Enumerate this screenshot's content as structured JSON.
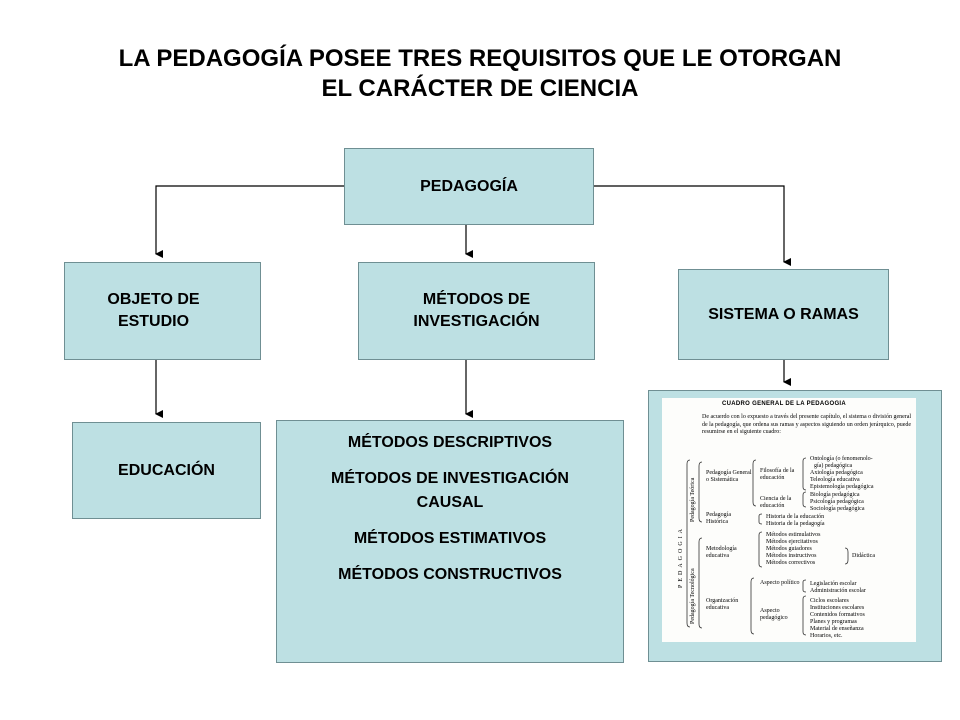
{
  "title": {
    "line1": "LA PEDAGOGÍA POSEE TRES REQUISITOS QUE LE OTORGAN",
    "line2": "EL CARÁCTER DE CIENCIA"
  },
  "nodes": {
    "root": "PEDAGOGÍA",
    "objeto": {
      "line1": "OBJETO DE",
      "line2": "ESTUDIO"
    },
    "metodos": {
      "line1": "MÉTODOS DE",
      "line2": "INVESTIGACIÓN"
    },
    "sistema": "SISTEMA O RAMAS",
    "educacion": "EDUCACIÓN",
    "metodos_list": [
      "MÉTODOS DESCRIPTIVOS",
      "MÉTODOS DE INVESTIGACIÓN",
      "CAUSAL",
      "MÉTODOS ESTIMATIVOS",
      "MÉTODOS CONSTRUCTIVOS"
    ]
  },
  "scan": {
    "title": "CUADRO GENERAL DE LA PEDAGOGIA",
    "intro": "De acuerdo con lo expuesto a través del presente capítulo, el sistema o división general de la pedagogía, que ordena sus ramas y aspectos siguiendo un orden jerárquico, puede resumirse en el siguiente cuadro:",
    "root_vertical": "PEDAGOGIA",
    "branches": {
      "teorica": "Pedagogía Teórica",
      "tecnologica": "Pedagogía Tecnológica",
      "general": "Pedagogía General o Sistemática",
      "historica": "Pedagogía Histórica",
      "filosofia": "Filosofía de la educación",
      "ciencia": "Ciencia de la educación",
      "metodologia": "Metodología educativa",
      "organizacion": "Organización educativa",
      "politico": "Aspecto político",
      "pedagogico": "Aspecto pedagógico",
      "didactica": "Didáctica"
    },
    "leaves": {
      "filosofia": [
        "Ontología (o fenomenolo-",
        "gía) pedagógica",
        "Axiología pedagógica",
        "Teleología educativa",
        "Epistemología pedagógica"
      ],
      "ciencia": [
        "Biología pedagógica",
        "Psicología pedagógica",
        "Sociología pedagógica"
      ],
      "historica": [
        "Historia de la educación",
        "Historia de la pedagogía"
      ],
      "metodologia": [
        "Métodos estimulativos",
        "Métodos ejercitativos",
        "Métodos guiadores",
        "Métodos instructivos",
        "Métodos correctivos"
      ],
      "politico": [
        "Legislación escolar",
        "Administración escolar"
      ],
      "pedagogico": [
        "Ciclos escolares",
        "Instituciones escolares",
        "Contenidos formativos",
        "Planes y programas",
        "Material de enseñanza",
        "Horarios, etc."
      ]
    }
  }
}
